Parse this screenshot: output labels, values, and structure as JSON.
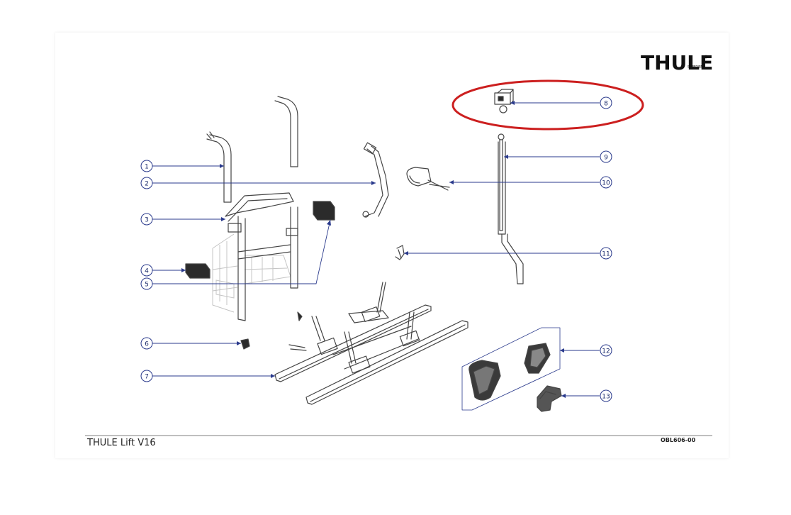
{
  "brand": {
    "logo": "THULE",
    "logo_sub": "SWEDEN"
  },
  "footer": {
    "title": "THULE Lift V16",
    "code": "OBL606-00"
  },
  "callouts": [
    {
      "n": "1"
    },
    {
      "n": "2"
    },
    {
      "n": "3"
    },
    {
      "n": "4"
    },
    {
      "n": "5"
    },
    {
      "n": "6"
    },
    {
      "n": "7"
    },
    {
      "n": "8"
    },
    {
      "n": "9"
    },
    {
      "n": "10"
    },
    {
      "n": "11"
    },
    {
      "n": "12"
    },
    {
      "n": "13"
    }
  ],
  "colors": {
    "leader": "#2a3a8c",
    "highlight": "#cc1f1f",
    "drawing": "#444444",
    "ghost": "#bdbdbd"
  }
}
